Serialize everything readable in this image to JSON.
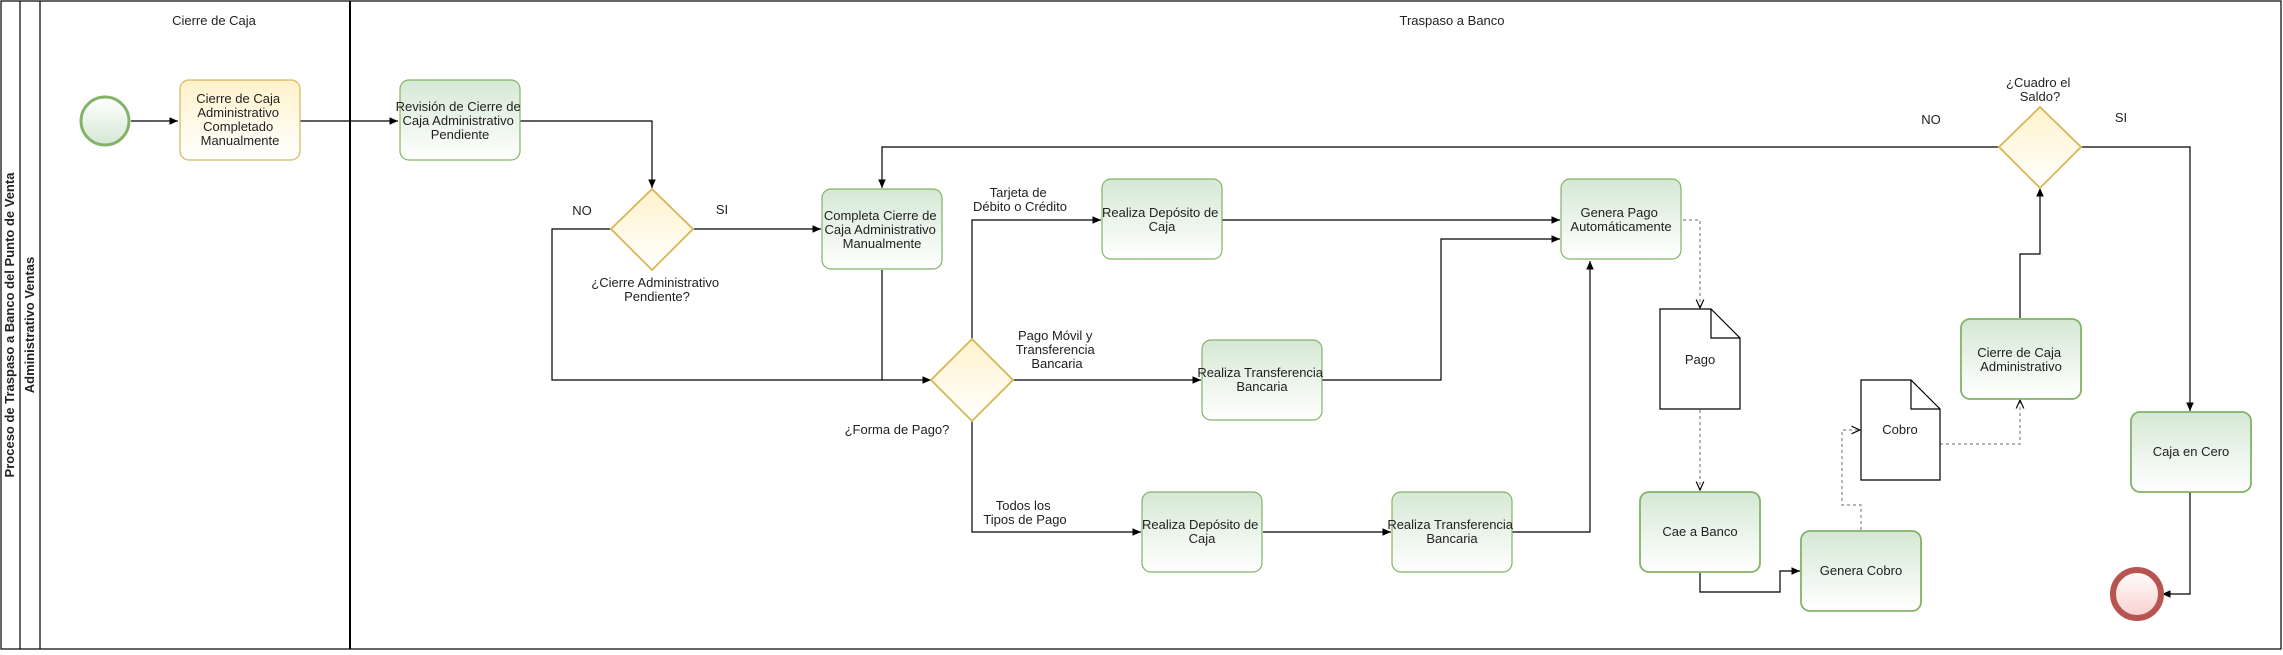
{
  "diagram": {
    "pool_title": "Proceso de Traspaso a Banco del Punto de Venta",
    "lane_title": "Administrativo Ventas",
    "phases": [
      "Cierre de Caja",
      "Traspaso a Banco"
    ],
    "nodes": {
      "start": "",
      "cierre_manual": [
        "Cierre de Caja",
        "Administrativo",
        "Completado",
        "Manualmente"
      ],
      "revision": [
        "Revisión de Cierre de",
        "Caja Administrativo",
        "Pendiente"
      ],
      "gw_pendiente": [
        "¿Cierre Administrativo",
        "Pendiente?"
      ],
      "completa_cierre": [
        "Completa Cierre de",
        "Caja Administrativo",
        "Manualmente"
      ],
      "gw_forma_pago": [
        "¿Forma de Pago?"
      ],
      "deposito_caja_1": [
        "Realiza Depósito de",
        "Caja"
      ],
      "transferencia_1": [
        "Realiza Transferencia",
        "Bancaria"
      ],
      "deposito_caja_2": [
        "Realiza Depósito de",
        "Caja"
      ],
      "transferencia_2": [
        "Realiza Transferencia",
        "Bancaria"
      ],
      "genera_pago": [
        "Genera Pago",
        "Automáticamente"
      ],
      "doc_pago": [
        "Pago"
      ],
      "cae_banco": [
        "Cae a Banco"
      ],
      "genera_cobro": [
        "Genera Cobro"
      ],
      "doc_cobro": [
        "Cobro"
      ],
      "cierre_admin": [
        "Cierre de Caja",
        "Administrativo"
      ],
      "gw_cuadro": [
        "¿Cuadro el",
        "Saldo?"
      ],
      "caja_cero": [
        "Caja en Cero"
      ],
      "end": ""
    },
    "edge_labels": {
      "no_pendiente": [
        "NO"
      ],
      "si_pendiente": [
        "SI"
      ],
      "tarjeta": [
        "Tarjeta de",
        "Débito o Crédito"
      ],
      "pago_movil": [
        "Pago Móvil y",
        "Transferencia",
        "Bancaria"
      ],
      "todos": [
        "Todos los",
        "Tipos de Pago"
      ],
      "no_cuadro": [
        "NO"
      ],
      "si_cuadro": [
        "SI"
      ]
    },
    "colors": {
      "task_green_fill": "#e8f4e6",
      "task_green_stroke": "#82b366",
      "task_yellow_fill": "#fff2cc",
      "task_yellow_stroke": "#d6b656",
      "gateway_fill": "#fff2cc",
      "gateway_stroke": "#d6b656",
      "start_fill": "#d5e8d4",
      "start_stroke": "#82b366",
      "end_fill": "#f8cecc",
      "end_stroke": "#b85450",
      "line": "#000000"
    }
  }
}
